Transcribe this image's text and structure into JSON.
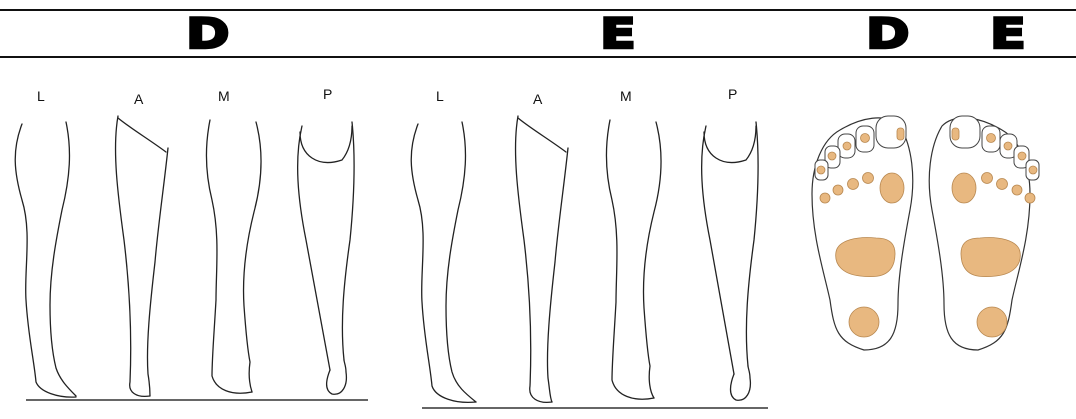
{
  "header": {
    "left_letter": "D",
    "middle_letter": "E",
    "feet_left_letter": "D",
    "feet_right_letter": "E"
  },
  "right_leg_views": {
    "lateral": "L",
    "anterior": "A",
    "medial": "M",
    "posterior": "P"
  },
  "left_leg_views": {
    "lateral": "L",
    "anterior": "A",
    "medial": "M",
    "posterior": "P"
  },
  "colors": {
    "sole_pad_fill": "#e8b880",
    "sole_pad_stroke": "#b88850",
    "rule": "#111111"
  }
}
